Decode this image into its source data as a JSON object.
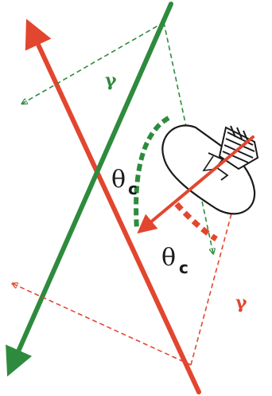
{
  "colors": {
    "green": "#2e8b3e",
    "red": "#e2462f",
    "dark": "#1a1a1a"
  },
  "labels": {
    "gamma_green": "γ",
    "gamma_red": "γ",
    "theta_upper": "θ",
    "theta_upper_sub": "c",
    "theta_lower": "θ",
    "theta_lower_sub": "c"
  },
  "icons": {
    "bulb": "light-bulb-icon"
  }
}
